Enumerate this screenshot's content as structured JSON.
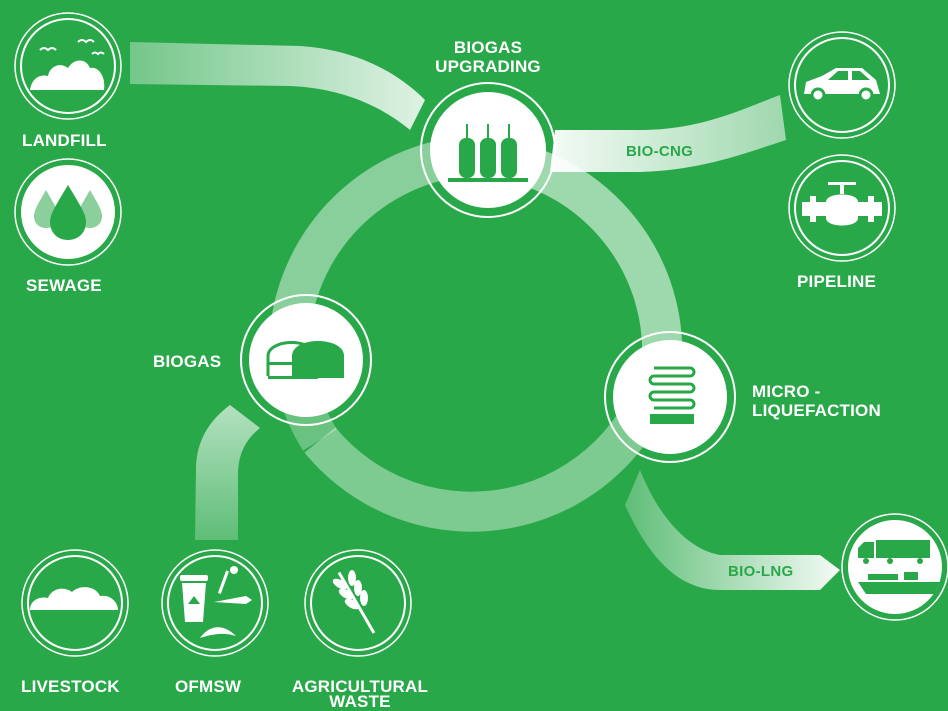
{
  "colors": {
    "background": "#29a84a",
    "icon_fill": "#ffffff",
    "icon_ink": "#29a84a"
  },
  "nodes": {
    "landfill": {
      "label": "LANDFILL",
      "icon": "landfill-icon"
    },
    "sewage": {
      "label": "SEWAGE",
      "icon": "water-drops-icon"
    },
    "biogas_upgrading": {
      "label_line1": "BIOGAS",
      "label_line2": "UPGRADING",
      "icon": "gas-cylinders-icon"
    },
    "car": {
      "icon": "car-icon"
    },
    "pipeline": {
      "label": "PIPELINE",
      "icon": "pipeline-valve-icon"
    },
    "biogas": {
      "label": "BIOGAS",
      "icon": "digester-dome-icon"
    },
    "micro_liquefaction": {
      "label_line1": "MICRO -",
      "label_line2": "LIQUEFACTION",
      "icon": "coil-icon"
    },
    "livestock": {
      "label": "LIVESTOCK",
      "icon": "manure-pile-icon"
    },
    "ofmsw": {
      "label": "OFMSW",
      "icon": "organic-waste-bin-icon"
    },
    "agricultural_waste": {
      "label_line1": "AGRICULTURAL",
      "label_line2": "WASTE",
      "icon": "wheat-stalk-icon"
    },
    "truck_ship": {
      "icon": "truck-ship-icon"
    }
  },
  "flows": {
    "bio_cng": "BIO-CNG",
    "bio_lng": "BIO-LNG"
  }
}
